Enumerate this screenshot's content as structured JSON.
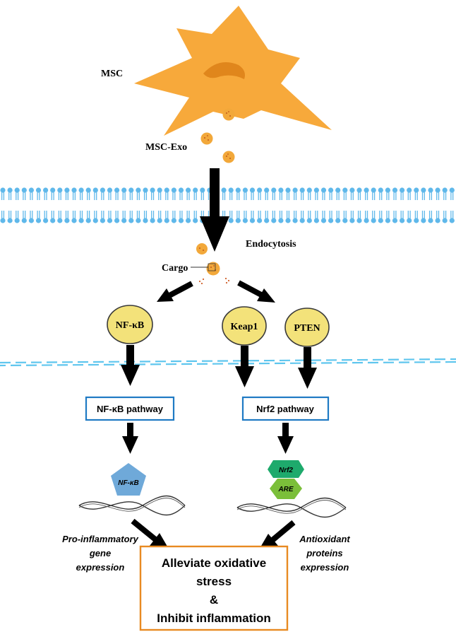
{
  "labels": {
    "msc": "MSC",
    "msc_exo": "MSC-Exo",
    "endocytosis": "Endocytosis",
    "cargo": "Cargo"
  },
  "nodes": {
    "nfkb": "NF-κB",
    "keap1": "Keap1",
    "pten": "PTEN"
  },
  "pathways": {
    "nfkb_pathway": "NF-κB pathway",
    "nrf2_pathway": "Nrf2 pathway"
  },
  "transcription_factors": {
    "nfkb": "NF-κB",
    "nrf2": "Nrf2",
    "are": "ARE"
  },
  "outcomes": {
    "left": [
      "Pro-inflammatory",
      "gene",
      "expression"
    ],
    "right": [
      "Antioxidant",
      "proteins",
      "expression"
    ]
  },
  "result_box": {
    "line1": "Alleviate oxidative",
    "line2": "stress",
    "line3": "&",
    "line4": "Inhibit inflammation"
  },
  "colors": {
    "msc": "#f7a93b",
    "msc_nucleus": "#e0861c",
    "exosome": "#f2a83a",
    "exosome_dot": "#c0561a",
    "membrane": "#5fb8ea",
    "node_fill": "#f3e27a",
    "node_stroke": "#3a3a3a",
    "pathway_box": "#1f7ac4",
    "nfkb_shape": "#6fa9d9",
    "nrf2_shape": "#1eaa6c",
    "are_shape": "#7bbf3a",
    "result_box": "#e88a22",
    "arrow": "#000000"
  }
}
